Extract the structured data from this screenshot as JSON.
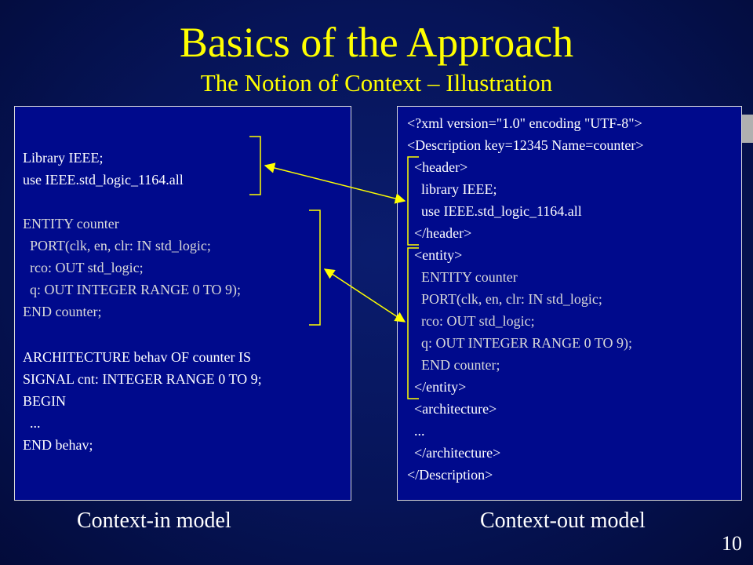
{
  "title": "Basics of the Approach",
  "subtitle": "The Notion of Context – Illustration",
  "left_panel": {
    "lines": [
      "Library IEEE;",
      "use IEEE.std_logic_1164.all",
      "ENTITY counter",
      "  PORT(clk, en, clr: IN std_logic;",
      "  rco: OUT std_logic;",
      "  q: OUT INTEGER RANGE 0 TO 9);",
      "END counter;",
      "ARCHITECTURE behav OF counter IS",
      "SIGNAL cnt: INTEGER RANGE 0 TO 9;",
      "BEGIN",
      "  ...",
      "END behav;"
    ]
  },
  "right_panel": {
    "lines": [
      "<?xml version=\"1.0\" encoding \"UTF-8\">",
      "<Description key=12345 Name=counter>",
      "  <header>",
      "    library IEEE;",
      "    use IEEE.std_logic_1164.all",
      "  </header>",
      "  <entity>",
      "    ENTITY counter",
      "    PORT(clk, en, clr: IN std_logic;",
      "    rco: OUT std_logic;",
      "    q: OUT INTEGER RANGE 0 TO 9);",
      "    END counter;",
      "  </entity>",
      "  <architecture>",
      "  ...",
      "  </architecture>",
      "</Description>"
    ]
  },
  "captions": {
    "left": "Context-in model",
    "right": "Context-out model"
  },
  "page_number": "10",
  "colors": {
    "title": "#ffff00",
    "panel_bg": "#000a8c",
    "bracket": "#ffff00"
  }
}
